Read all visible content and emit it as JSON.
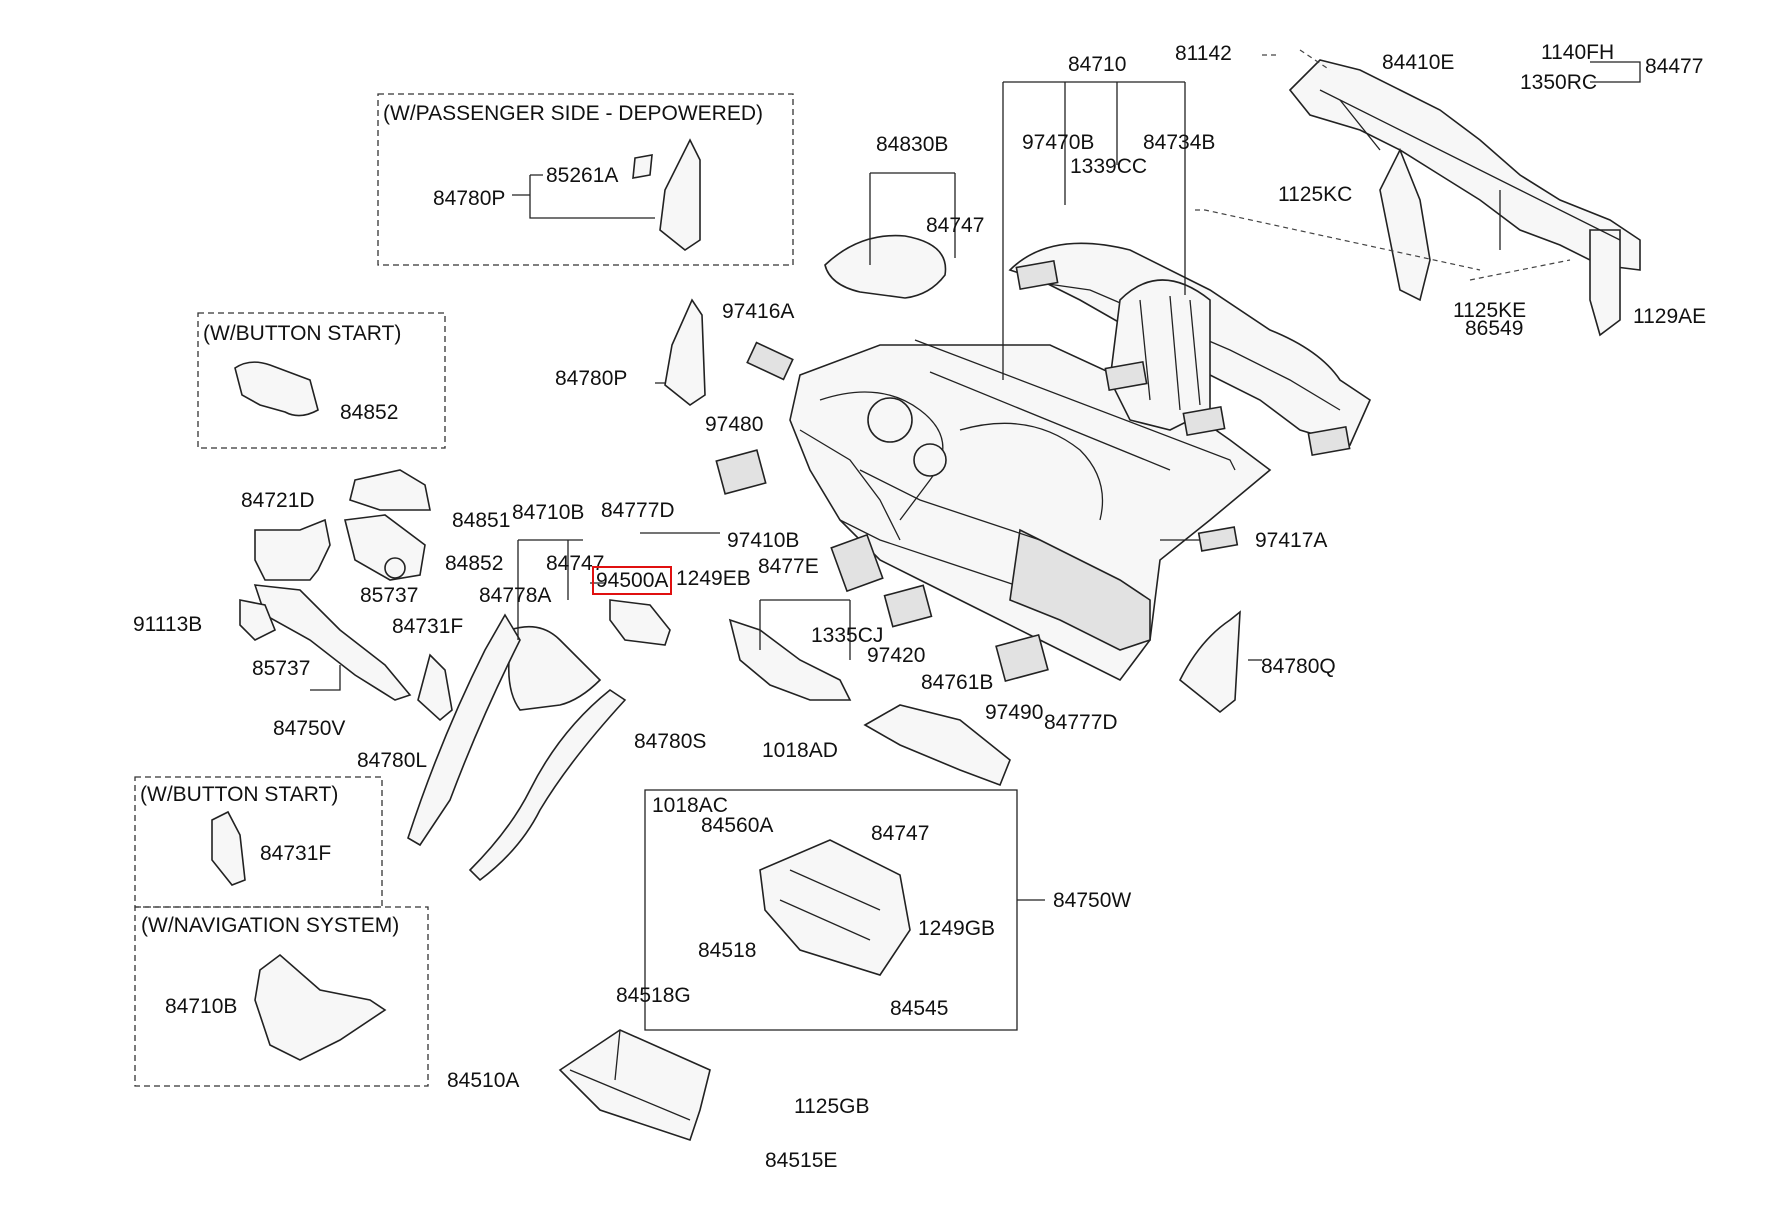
{
  "groups": {
    "passenger_side_depowered": "(W/PASSENGER SIDE - DEPOWERED)",
    "button_start_top": "(W/BUTTON START)",
    "button_start_bottom": "(W/BUTTON START)",
    "navigation_system": "(W/NAVIGATION SYSTEM)"
  },
  "highlighted_part": "94500A",
  "labels": {
    "p84710": "84710",
    "p81142": "81142",
    "p84410E": "84410E",
    "p1140FH": "1140FH",
    "p84477": "84477",
    "p1350RC": "1350RC",
    "p84830B": "84830B",
    "p97470B": "97470B",
    "p84734B": "84734B",
    "p1339CC": "1339CC",
    "p1125KC": "1125KC",
    "p84747_top": "84747",
    "p85261A": "85261A",
    "p84780P_box": "84780P",
    "p97416A": "97416A",
    "p1125KE": "1125KE",
    "p86549": "86549",
    "p1129AE": "1129AE",
    "p84780P": "84780P",
    "p84852_box": "84852",
    "p97480": "97480",
    "p84777D_left": "84777D",
    "p84721D": "84721D",
    "p84710B": "84710B",
    "p84851": "84851",
    "p97410B": "97410B",
    "p97417A": "97417A",
    "p84852": "84852",
    "p84747_mid": "84747",
    "p8477E": "8477E",
    "p94500A": "94500A",
    "p1249EB": "1249EB",
    "p85737_a": "85737",
    "p84778A": "84778A",
    "p91113B": "91113B",
    "p84731F": "84731F",
    "p1335CJ": "1335CJ",
    "p97420": "97420",
    "p84780Q": "84780Q",
    "p85737_b": "85737",
    "p84761B": "84761B",
    "p84750V": "84750V",
    "p97490": "97490",
    "p84777D_right": "84777D",
    "p1018AD": "1018AD",
    "p84780S": "84780S",
    "p84780L": "84780L",
    "p1018AC": "1018AC",
    "p84560A": "84560A",
    "p84747_low": "84747",
    "p84731F_box": "84731F",
    "p84750W": "84750W",
    "p1249GB": "1249GB",
    "p84518": "84518",
    "p84545": "84545",
    "p84710B_box": "84710B",
    "p84518G": "84518G",
    "p84510A": "84510A",
    "p1125GB": "1125GB",
    "p84515E": "84515E"
  }
}
